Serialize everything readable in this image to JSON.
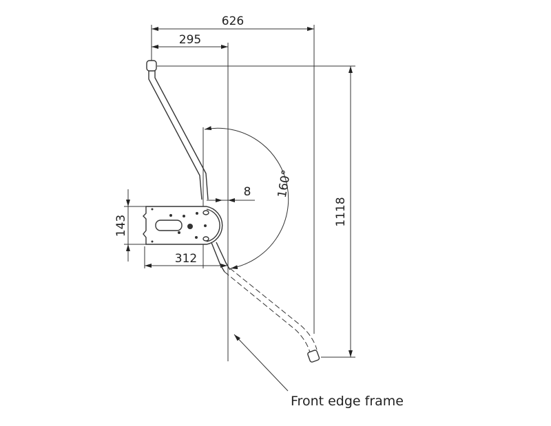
{
  "dimensions": {
    "overall_width": "626",
    "pivot_offset": "295",
    "overall_height": "1118",
    "plate_height": "143",
    "plate_length": "312",
    "gap": "8",
    "swing_angle": "160°"
  },
  "labels": {
    "front_edge": "Front edge frame"
  },
  "colors": {
    "line": "#333333",
    "background": "#ffffff"
  }
}
